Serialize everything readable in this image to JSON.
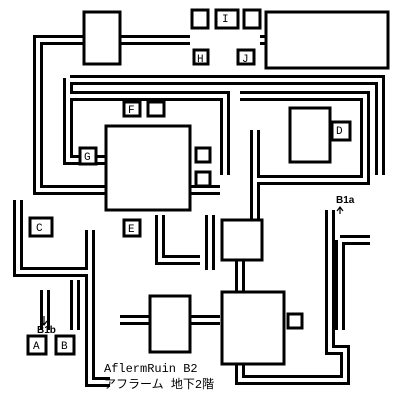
{
  "map": {
    "name": "AflermRuin B2",
    "name_jp": "アフラーム 地下2階",
    "colors": {
      "wall": "#000000",
      "floor": "#ffffff"
    },
    "rooms": [
      "A",
      "B",
      "C",
      "D",
      "E",
      "F",
      "G",
      "H",
      "I",
      "J"
    ],
    "stairs": [
      "B1a",
      "B1b"
    ]
  }
}
